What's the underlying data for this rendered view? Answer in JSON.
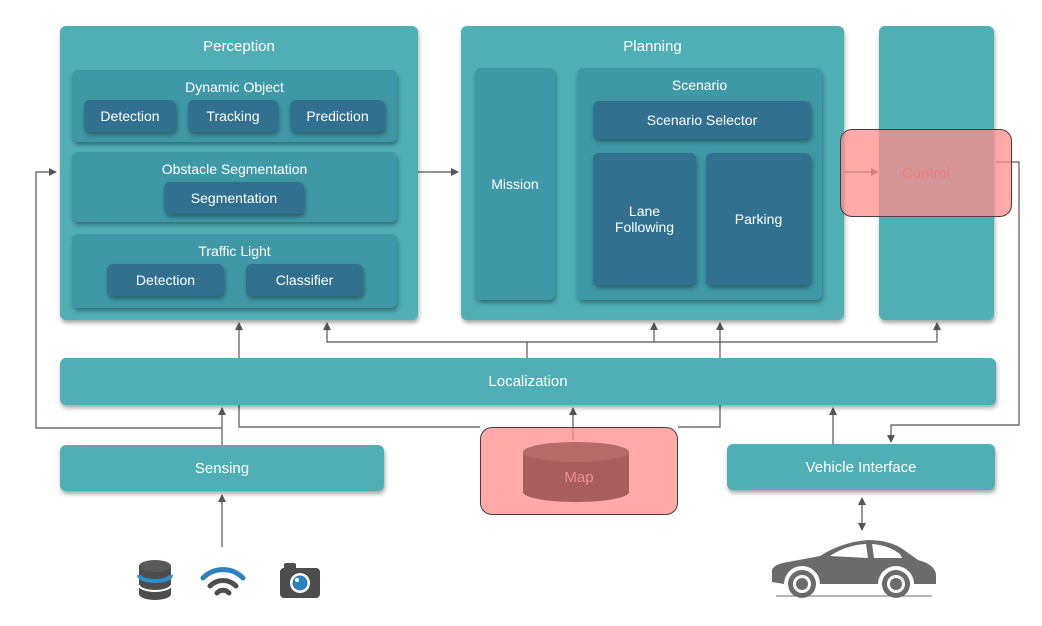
{
  "perception": {
    "title": "Perception",
    "dynamic_object": {
      "title": "Dynamic Object",
      "items": [
        "Detection",
        "Tracking",
        "Prediction"
      ]
    },
    "obstacle_segmentation": {
      "title": "Obstacle Segmentation",
      "items": [
        "Segmentation"
      ]
    },
    "traffic_light": {
      "title": "Traffic Light",
      "items": [
        "Detection",
        "Classifier"
      ]
    }
  },
  "planning": {
    "title": "Planning",
    "mission": "Mission",
    "scenario": {
      "title": "Scenario",
      "selector": "Scenario Selector",
      "lane_following": "Lane\nFollowing",
      "parking": "Parking"
    }
  },
  "control": {
    "label": "Control"
  },
  "localization": {
    "label": "Localization"
  },
  "sensing": {
    "label": "Sensing"
  },
  "map": {
    "label": "Map"
  },
  "vehicle_interface": {
    "label": "Vehicle Interface"
  },
  "icons": [
    "database-icon",
    "wifi-icon",
    "camera-icon",
    "car-icon"
  ],
  "colors": {
    "module": "#4fafb5",
    "submodule": "#3f98a5",
    "component": "#31718f",
    "highlight": "#ff8c8c",
    "connector": "#555555"
  }
}
